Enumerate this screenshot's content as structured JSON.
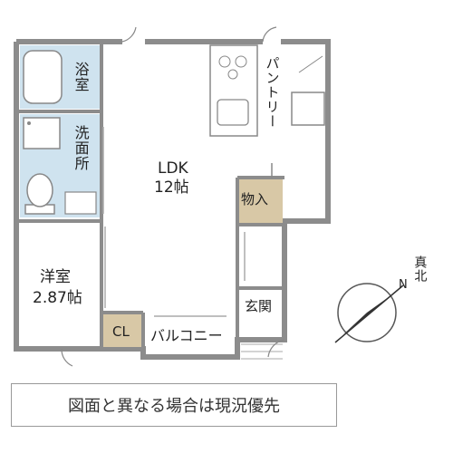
{
  "rooms": {
    "ldk": {
      "name": "LDK",
      "size": "12帖"
    },
    "bath": {
      "name": "浴室"
    },
    "washroom": {
      "name": "洗面所"
    },
    "pantry": {
      "name": "パントリー"
    },
    "storage": {
      "name": "物入"
    },
    "western": {
      "name": "洋室",
      "size": "2.87帖"
    },
    "closet": {
      "name": "CL"
    },
    "balcony": {
      "name": "バルコニー"
    },
    "entrance": {
      "name": "玄関"
    }
  },
  "compass": {
    "label": "真北",
    "letter": "N"
  },
  "note": "図面と異なる場合は現況優先",
  "colors": {
    "wall": "#8c8c8c",
    "wet_area": "#cfe3ef",
    "storage_fill": "#d8c8a6",
    "floor": "#ffffff"
  }
}
